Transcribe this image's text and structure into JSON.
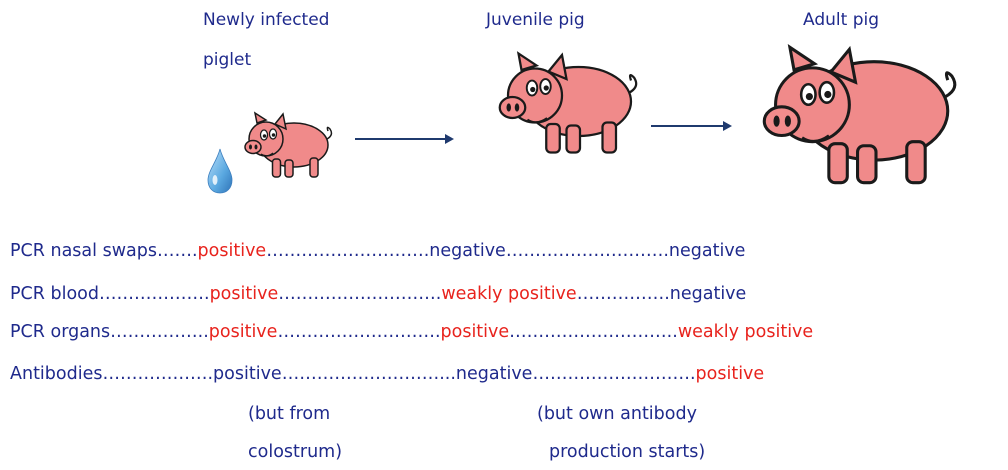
{
  "stages": [
    {
      "label_line1": "Newly infected",
      "label_line2": "piglet"
    },
    {
      "label_line1": "Juvenile pig",
      "label_line2": ""
    },
    {
      "label_line1": "Adult pig",
      "label_line2": ""
    }
  ],
  "colors": {
    "text": "#1f2a8c",
    "highlight": "#e8231d",
    "pig_body": "#f08a8a",
    "pig_outline": "#1a1a1a",
    "droplet": "#5aa8e0"
  },
  "rows": [
    {
      "label": "PCR nasal swaps",
      "d1": "…….",
      "v1": "positive",
      "d2": "……………………….",
      "v2": "negative",
      "d3": "……………………….",
      "v3": "negative"
    },
    {
      "label": "PCR blood",
      "d1": "……………….",
      "v1": "positive",
      "d2": "……………………….",
      "v2": "weakly positive",
      "d3": "…………….",
      "v3": "negative"
    },
    {
      "label": "PCR organs",
      "d1": "……………..",
      "v1": "positive",
      "d2": "……………………….",
      "v2": "positive",
      "d3": "………………………..",
      "v3": "weakly positive"
    },
    {
      "label": "Antibodies",
      "d1": "……………….",
      "v1": "positive",
      "d2": "………………………...",
      "v2": "negative",
      "d3": "……………………….",
      "v3": "positive"
    }
  ],
  "notes": [
    {
      "line1": "(but from",
      "line2": "colostrum)"
    },
    {
      "line1": "(but own antibody",
      "line2": "production starts)"
    }
  ]
}
